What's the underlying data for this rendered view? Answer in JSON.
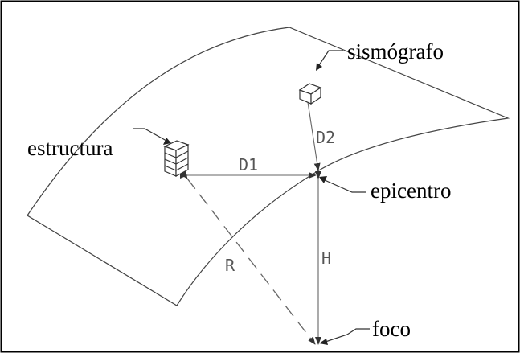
{
  "labels": {
    "sismografo": "sismógrafo",
    "estructura": "estructura",
    "epicentro": "epicentro",
    "foco": "foco"
  },
  "distances": {
    "d1": "D1",
    "d2": "D2",
    "r": "R",
    "h": "H"
  }
}
